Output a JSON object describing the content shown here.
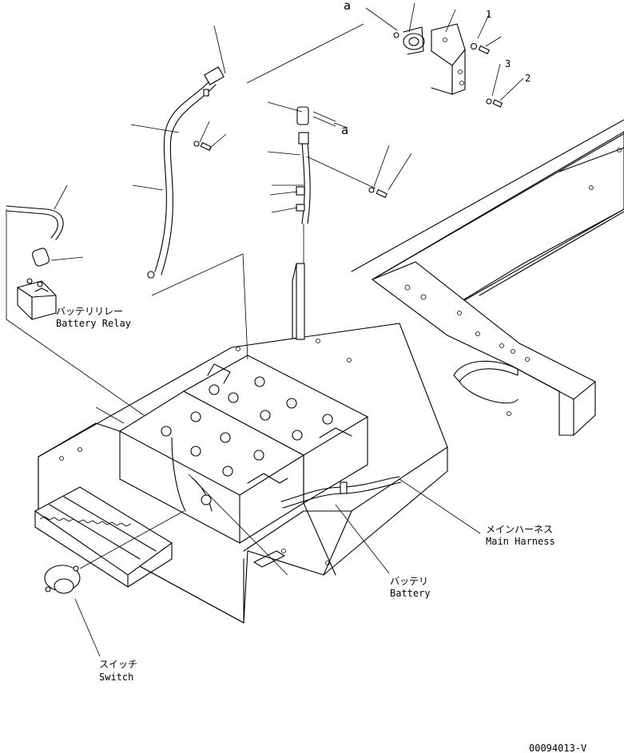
{
  "labels": {
    "battery_relay_jp": "バッテリリレー",
    "battery_relay_en": "Battery Relay",
    "main_harness_jp": "メインハーネス",
    "main_harness_en": "Main Harness",
    "battery_jp": "バッテリ",
    "battery_en": "Battery",
    "switch_jp": "スイッチ",
    "switch_en": "Switch",
    "ref_a_top": "a",
    "ref_a_mid": "a",
    "num_1": "1",
    "num_2": "2",
    "num_3": "3",
    "drawing_code": "00094013-V"
  }
}
